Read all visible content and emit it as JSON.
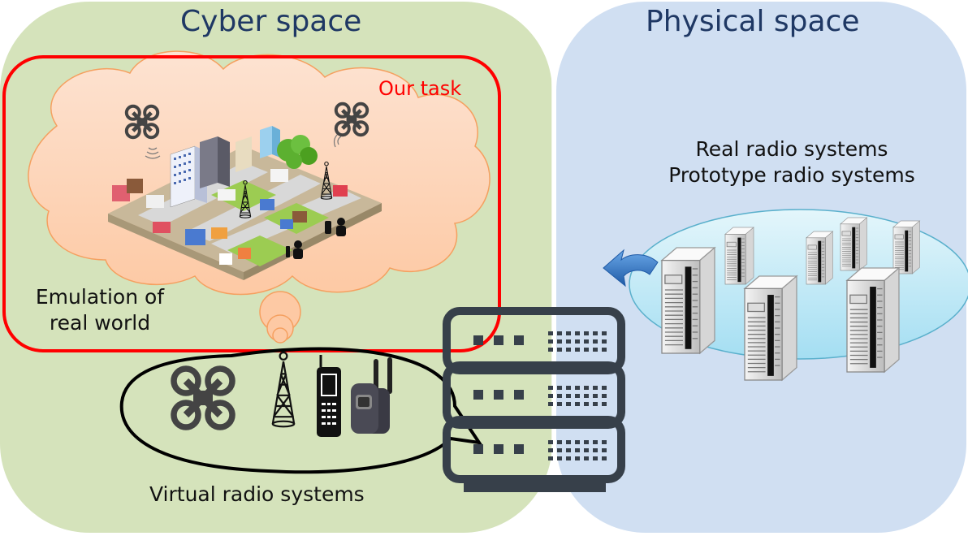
{
  "diagram": {
    "cyber_space": {
      "title": "Cyber space",
      "our_task_label": "Our task",
      "emulation_label_line1": "Emulation of",
      "emulation_label_line2": "real world",
      "virtual_systems_label": "Virtual radio systems",
      "virtual_devices": [
        "drone-icon",
        "radio-tower-icon",
        "mobile-phone-icon",
        "walkie-talkie-icon"
      ],
      "city_scene": [
        "drone-icon",
        "drone-icon",
        "building-icon",
        "radio-tower-icon",
        "tree-icon",
        "house-icon",
        "person-icon"
      ]
    },
    "physical_space": {
      "title": "Physical space",
      "systems_label_line1": "Real radio systems",
      "systems_label_line2": "Prototype radio systems",
      "server_count": 7
    },
    "bridge": {
      "icon": "server-rack-icon",
      "units": 3
    },
    "colors": {
      "cyber_bg": "#d5e3bb",
      "physical_bg": "#d0dff2",
      "task_border": "#ff0000",
      "cloud_fill": "#fdd8c0",
      "cloud_stroke": "#f5a060",
      "title_text": "#1f3864",
      "server_icon": "#37404a",
      "ellipse_fill": "#b8e6f4",
      "arrow": "#2e6fbf"
    }
  }
}
